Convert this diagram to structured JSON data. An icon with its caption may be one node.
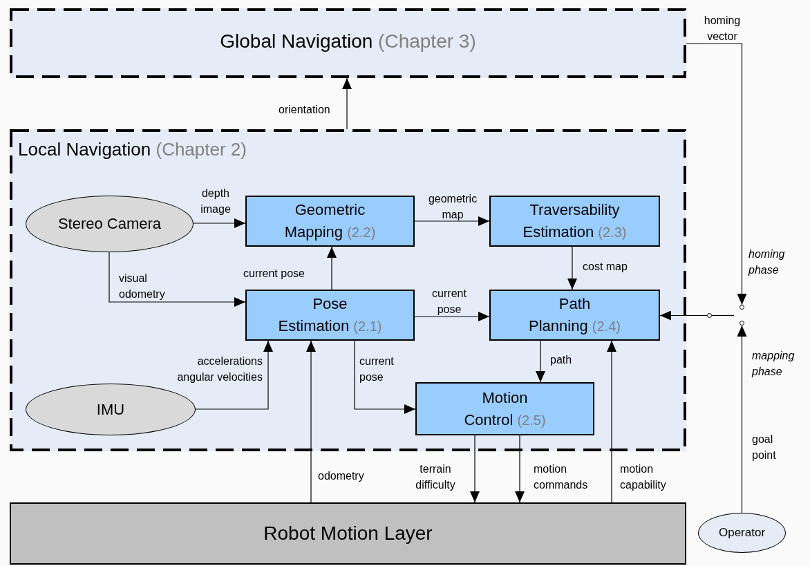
{
  "diagram": {
    "nodes": [
      {
        "text": [
          "Global Navigation",
          "(Chapter 3)"
        ]
      },
      {
        "text": [
          "Local Navigation",
          "(Chapter 2)"
        ]
      },
      {
        "text": [
          "Stereo Camera"
        ],
        "in": 1
      },
      {
        "text": [
          "Geometric Mapping",
          "(2.2)"
        ],
        "in": 1
      },
      {
        "text": [
          "Traversability Estimation",
          "(2.3)"
        ],
        "in": 1
      },
      {
        "text": [
          "Pose Estimation",
          "(2.1)"
        ],
        "in": 1
      },
      {
        "text": [
          "Path Planning",
          "(2.4)"
        ],
        "in": 1
      },
      {
        "text": [
          "IMU"
        ],
        "in": 1
      },
      {
        "text": [
          "Motion Control",
          "(2.5)"
        ],
        "in": 1
      },
      {
        "text": [
          "Robot Motion Layer"
        ]
      },
      {
        "text": [
          "Operator"
        ]
      },
      {
        "text": [],
        "shape": "circle"
      },
      {
        "text": [],
        "shape": "circle"
      },
      {
        "text": [],
        "shape": "circle"
      }
    ],
    "edges": [
      {
        "from": 1,
        "to": 0,
        "arrow": "to",
        "label": "orientation"
      },
      {
        "from": 2,
        "to": 3,
        "arrow": "to",
        "label": "depth image"
      },
      {
        "from": 2,
        "to": 5,
        "arrow": "to",
        "label": "visual odometry"
      },
      {
        "from": 3,
        "to": 4,
        "arrow": "to",
        "label": "geometric map"
      },
      {
        "from": 5,
        "to": 3,
        "arrow": "to",
        "label": "current pose"
      },
      {
        "from": 4,
        "to": 6,
        "arrow": "to",
        "label": "cost map"
      },
      {
        "from": 5,
        "to": 6,
        "arrow": "to",
        "label": "current pose"
      },
      {
        "from": 7,
        "to": 5,
        "arrow": "to",
        "label": "accelerations angular velocities"
      },
      {
        "from": 9,
        "to": 5,
        "arrow": "to",
        "label": "odometry"
      },
      {
        "from": 5,
        "to": 8,
        "arrow": "to",
        "label": "current pose"
      },
      {
        "from": 6,
        "to": 8,
        "arrow": "to",
        "label": "path"
      },
      {
        "from": 8,
        "to": 9,
        "arrow": "to",
        "label": "terrain difficulty"
      },
      {
        "from": 8,
        "to": 9,
        "arrow": "to",
        "label": "motion commands"
      },
      {
        "from": 9,
        "to": 6,
        "arrow": "to",
        "label": "motion capability"
      },
      {
        "from": 0,
        "to": 11,
        "arrow": "to",
        "label": "homing vector"
      },
      {
        "from": 10,
        "to": 12,
        "arrow": "to",
        "label": "goal point"
      },
      {
        "from": 13,
        "to": 6,
        "arrow": "to"
      }
    ],
    "labels": [
      "homing phase",
      "mapping phase"
    ]
  }
}
